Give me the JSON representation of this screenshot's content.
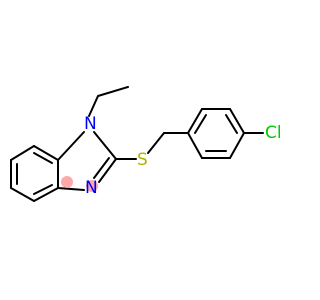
{
  "molecule": {
    "atoms": {
      "n1": {
        "symbol": "N",
        "color": "#0000ff"
      },
      "n3": {
        "symbol": "N",
        "color": "#0000ff"
      },
      "s": {
        "symbol": "S",
        "color": "#b3b300"
      },
      "cl": {
        "symbol": "Cl",
        "color": "#00cc00"
      }
    },
    "bond_color": "#000000",
    "aromatic_highlight_color": "#ff9999"
  }
}
